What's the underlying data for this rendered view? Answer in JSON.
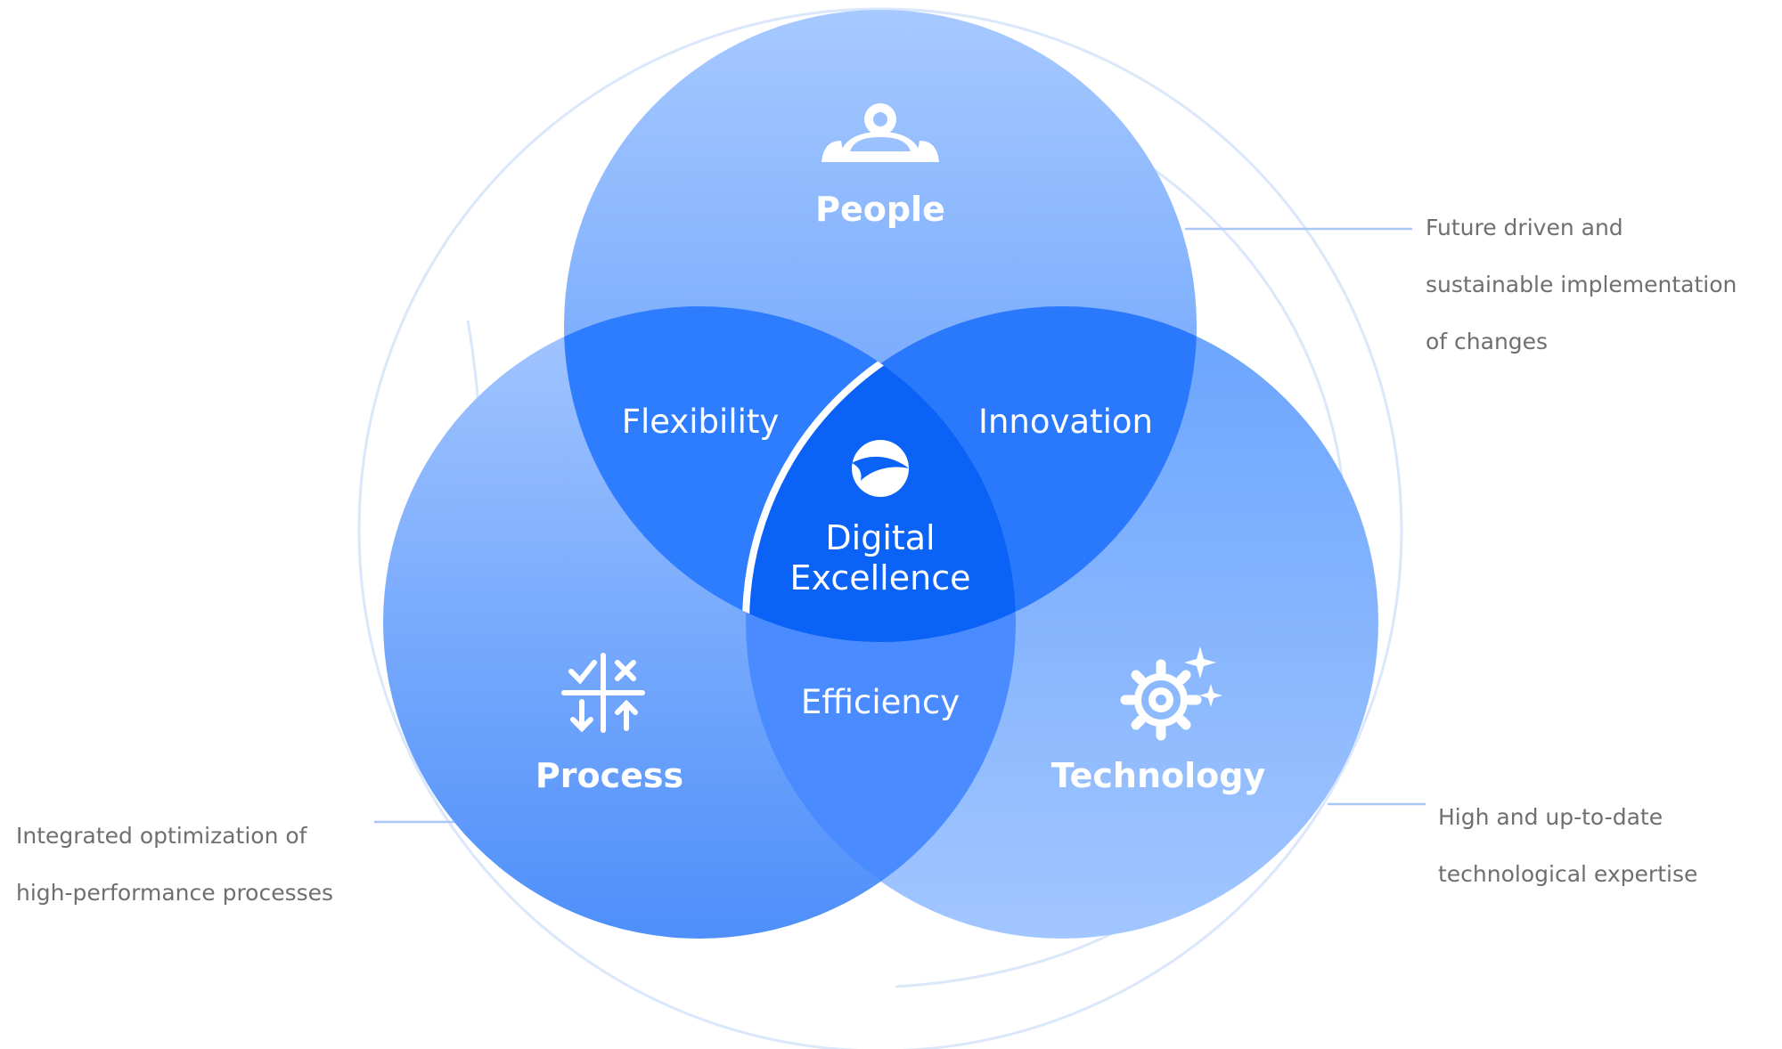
{
  "colors": {
    "people": "#8dbcff",
    "process": "#8ab8ff",
    "technology": "#86b6ff",
    "overlap": "#2b7bff",
    "center": "#0a5ef5",
    "outline": "#cfe0fb",
    "note_line": "#a9c8f6",
    "note_text": "#6f6f6f"
  },
  "circles": {
    "people": {
      "title": "People",
      "icon": "people-group-icon"
    },
    "process": {
      "title": "Process",
      "icon": "decision-cross-icon"
    },
    "technology": {
      "title": "Technology",
      "icon": "gear-sparkle-icon"
    }
  },
  "overlaps": {
    "people_process": "Flexibility",
    "people_technology": "Innovation",
    "process_technology": "Efficiency"
  },
  "center": {
    "line1": "Digital",
    "line2": "Excellence",
    "icon": "arrow-logo-icon"
  },
  "notes": {
    "top_right": [
      "Future  driven and",
      "sustainable implementation",
      "of changes"
    ],
    "left": [
      "Integrated optimization of",
      "high-performance processes"
    ],
    "bottom_right": [
      "High and up-to-date",
      "technological expertise"
    ]
  }
}
